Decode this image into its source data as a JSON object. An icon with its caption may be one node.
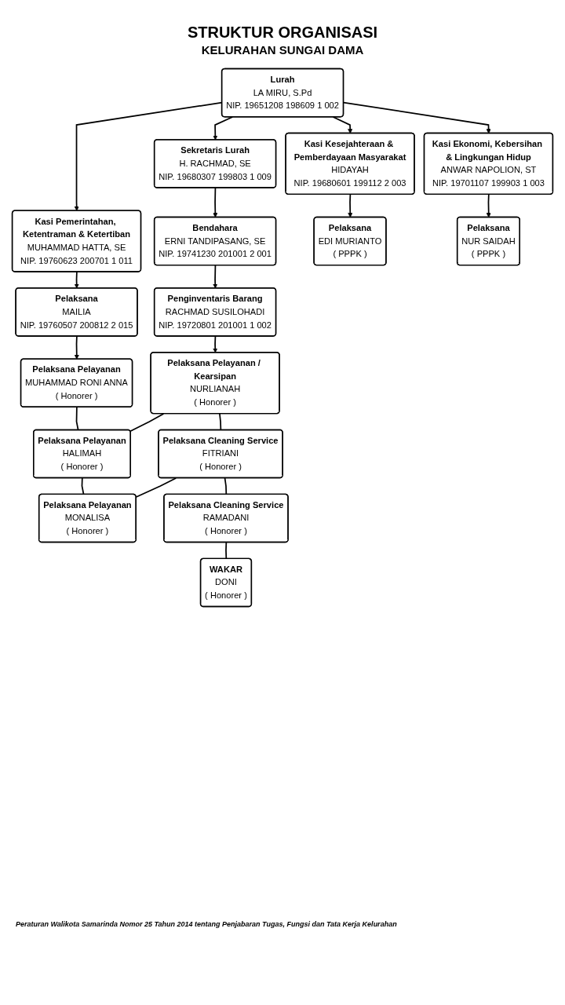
{
  "diagram": {
    "title": "STRUKTUR ORGANISASI",
    "caption": "Peraturan Walikota Samarinda Nomor 25 Tahun 2014 tentang Penjabaran Tugas, Fungsi dan Tata Kerja Kelurahan",
    "labels": [
      "KELURAHAN SUNGAI DAMA"
    ],
    "nodes": [
      {
        "text": [
          "Lurah",
          "LA MIRU, S.Pd",
          "NIP. 19651208 198609 1 002"
        ]
      },
      {
        "text": [
          "Sekretaris Lurah",
          "H. RACHMAD, SE",
          "NIP. 19680307 199803 1 009"
        ]
      },
      {
        "text": [
          "Kasi Pemerintahan, Ketentraman & Ketertiban",
          "MUHAMMAD HATTA, SE",
          "NIP. 19760623 200701 1 011"
        ]
      },
      {
        "text": [
          "Kasi Kesejahteraan & Pemberdayaan Masyarakat",
          "HIDAYAH",
          "NIP. 19680601 199112 2 003"
        ]
      },
      {
        "text": [
          "Kasi Ekonomi, Kebersihan & Lingkungan Hidup",
          "ANWAR NAPOLION, ST",
          "NIP. 19701107 199903 1 003"
        ]
      },
      {
        "text": [
          "Bendahara",
          "ERNI TANDIPASANG, SE",
          "NIP. 19741230 201001 2 001"
        ]
      },
      {
        "text": [
          "Pelaksana",
          "MAILIA",
          "NIP. 19760507 200812 2 015"
        ]
      },
      {
        "text": [
          "Pelaksana",
          "EDI MURIANTO",
          "( PPPK )"
        ]
      },
      {
        "text": [
          "Pelaksana",
          "NUR SAIDAH",
          "( PPPK )"
        ]
      },
      {
        "text": [
          "Penginventaris Barang",
          "RACHMAD SUSILOHADI",
          "NIP. 19720801 201001 1 002"
        ]
      },
      {
        "text": [
          "Pelaksana Pelayanan",
          "MUHAMMAD RONI ANNA",
          "( Honorer )"
        ]
      },
      {
        "text": [
          "Pelaksana Pelayanan / Kearsipan",
          "NURLIANAH",
          "( Honorer )"
        ]
      },
      {
        "text": [
          "Pelaksana Pelayanan",
          "HALIMAH",
          "( Honorer )"
        ]
      },
      {
        "text": [
          "Pelaksana Cleaning Service",
          "FITRIANI",
          "( Honorer )"
        ]
      },
      {
        "text": [
          "Pelaksana Pelayanan",
          "MONALISA",
          "( Honorer )"
        ]
      },
      {
        "text": [
          "Pelaksana Cleaning Service",
          "RAMADANI",
          "( Honorer )"
        ]
      },
      {
        "text": [
          "WAKAR",
          "DONI",
          "( Honorer )"
        ]
      }
    ],
    "edges": [
      {
        "from": 0,
        "to": 1,
        "arrow": "to"
      },
      {
        "from": 0,
        "to": 2,
        "arrow": "to"
      },
      {
        "from": 0,
        "to": 3,
        "arrow": "to"
      },
      {
        "from": 0,
        "to": 4,
        "arrow": "to"
      },
      {
        "from": 1,
        "to": 5,
        "arrow": "to"
      },
      {
        "from": 2,
        "to": 6,
        "arrow": "to"
      },
      {
        "from": 3,
        "to": 7,
        "arrow": "to"
      },
      {
        "from": 4,
        "to": 8,
        "arrow": "to"
      },
      {
        "from": 5,
        "to": 9,
        "arrow": "to"
      },
      {
        "from": 6,
        "to": 10,
        "arrow": "to"
      },
      {
        "from": 9,
        "to": 11,
        "arrow": "to"
      },
      {
        "from": 10,
        "to": 12,
        "arrow": "none"
      },
      {
        "from": 11,
        "to": 12,
        "arrow": "none"
      },
      {
        "from": 12,
        "to": 14,
        "arrow": "none"
      },
      {
        "from": 11,
        "to": 13,
        "arrow": "none"
      },
      {
        "from": 13,
        "to": 14,
        "arrow": "none"
      },
      {
        "from": 13,
        "to": 15,
        "arrow": "none"
      },
      {
        "from": 15,
        "to": 16,
        "arrow": "none"
      }
    ]
  }
}
